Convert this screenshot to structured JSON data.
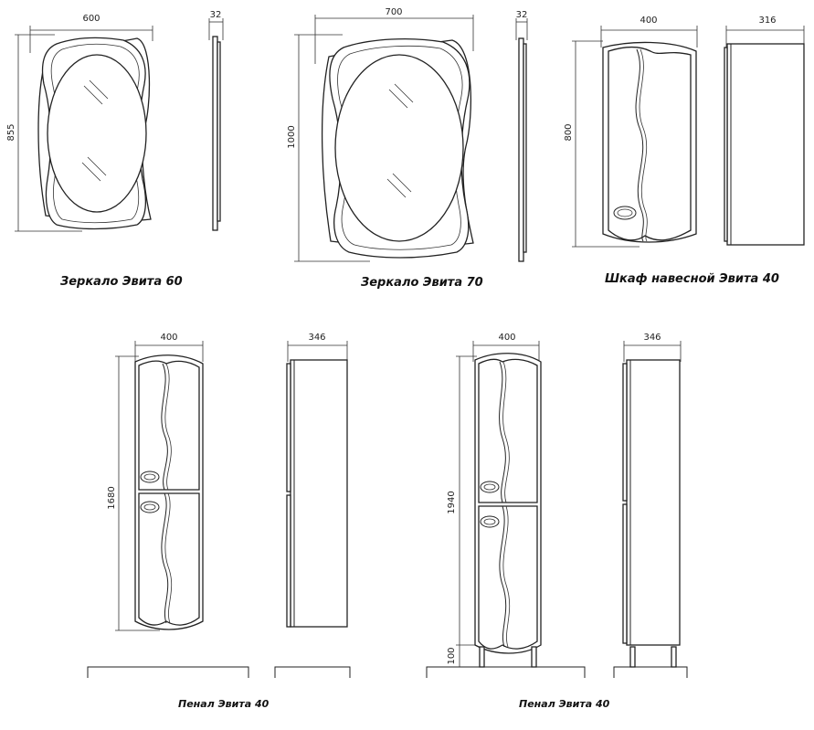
{
  "items": [
    {
      "caption": "Зеркало Эвита 60",
      "width": "600",
      "height": "855",
      "depth": "32"
    },
    {
      "caption": "Зеркало Эвита 70",
      "width": "700",
      "height": "1000",
      "depth": "32"
    },
    {
      "caption": "Шкаф навесной Эвита 40",
      "width": "400",
      "height": "800",
      "depth": "316"
    },
    {
      "caption": "Пенал Эвита 40",
      "width": "400",
      "height": "1680",
      "depth": "346"
    },
    {
      "caption": "Пенал Эвита 40",
      "width": "400",
      "height": "1940",
      "depth": "346",
      "legs": "100"
    }
  ]
}
